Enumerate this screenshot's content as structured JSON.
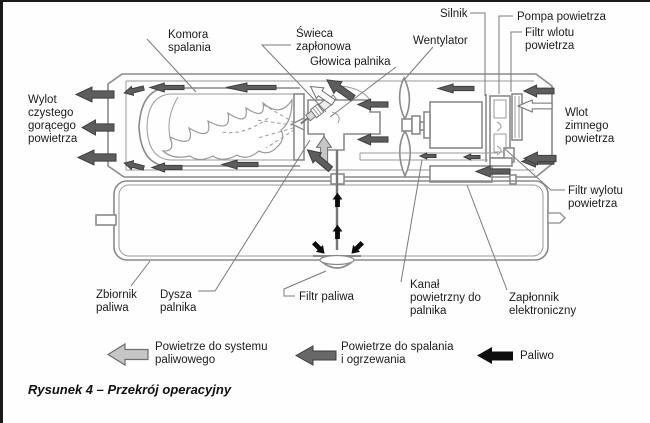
{
  "diagram": {
    "caption": "Rysunek 4 – Przekrój operacyjny",
    "labels": {
      "komora": {
        "lines": [
          "Komora",
          "spalania"
        ]
      },
      "swieca": {
        "lines": [
          "Świeca",
          "zapłonowa"
        ]
      },
      "glowica": {
        "lines": [
          "Głowica palnika"
        ]
      },
      "wentylator": {
        "lines": [
          "Wentylator"
        ]
      },
      "silnik": {
        "lines": [
          "Silnik"
        ]
      },
      "pompa": {
        "lines": [
          "Pompa powietrza"
        ]
      },
      "filtr_wlotu": {
        "lines": [
          "Filtr wlotu",
          "powietrza"
        ]
      },
      "wylot": {
        "lines": [
          "Wylot",
          "czystego",
          "gorącego",
          "powietrza"
        ]
      },
      "wlot": {
        "lines": [
          "Wlot",
          "zimnego",
          "powietrza"
        ]
      },
      "filtr_wylotu": {
        "lines": [
          "Filtr wylotu",
          "powietrza"
        ]
      },
      "zbiornik": {
        "lines": [
          "Zbiornik",
          "paliwa"
        ]
      },
      "dysza": {
        "lines": [
          "Dysza",
          "palnika"
        ]
      },
      "filtr_paliwa": {
        "lines": [
          "Filtr paliwa"
        ]
      },
      "kanal": {
        "lines": [
          "Kanał",
          "powietrzny do",
          "palnika"
        ]
      },
      "zaplonnik": {
        "lines": [
          "Zapłonnik",
          "elektroniczny"
        ]
      }
    },
    "legend": {
      "items": [
        {
          "lines": [
            "Powietrze do systemu",
            "paliwowego"
          ],
          "arrow_color": "#c6c6c6"
        },
        {
          "lines": [
            "Powietrze do spalania",
            "i ogrzewania"
          ],
          "arrow_color": "#686868"
        },
        {
          "lines": [
            "Paliwo",
            ""
          ],
          "arrow_color": "#0d0d0d"
        }
      ]
    },
    "colors": {
      "structure_line": "#8a8a8a",
      "dark_arrow": "#5d5d5d",
      "light_arrow": "#c6c6c6",
      "outline_arrow": "#ffffff",
      "fuel_arrow": "#0d0d0d",
      "text": "#1c1c1c",
      "background": "#ffffff"
    }
  }
}
